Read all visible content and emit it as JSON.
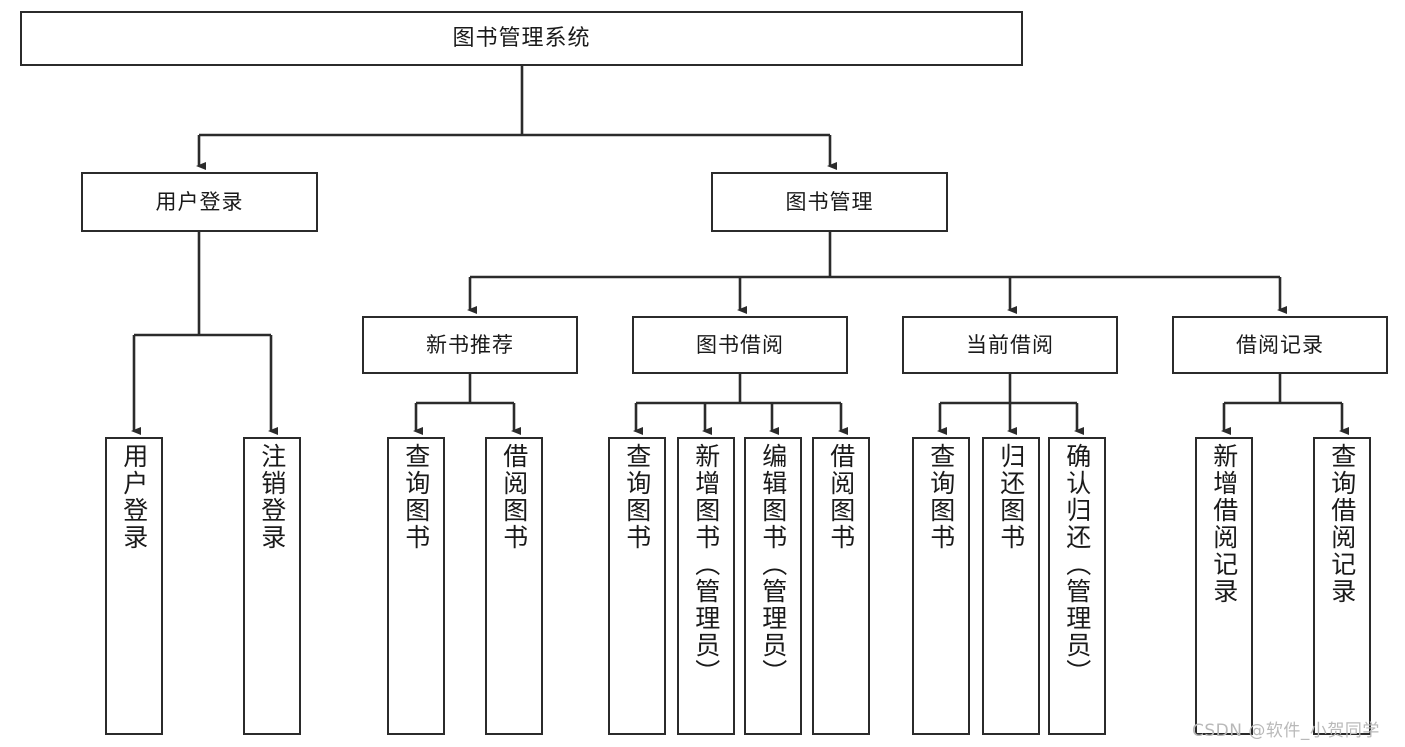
{
  "diagram": {
    "type": "hierarchy-tree",
    "title": "图书管理系统",
    "watermark": "CSDN @软件_小贺同学",
    "colors": {
      "stroke": "#2b2b2b",
      "background": "#ffffff",
      "text": "#1a1a1a",
      "watermark": "#b9b9b9"
    },
    "root": {
      "label": "图书管理系统"
    },
    "level2": [
      {
        "label": "用户登录"
      },
      {
        "label": "图书管理"
      }
    ],
    "level3": [
      {
        "label": "新书推荐"
      },
      {
        "label": "图书借阅"
      },
      {
        "label": "当前借阅"
      },
      {
        "label": "借阅记录"
      }
    ],
    "leaves": {
      "user_login": [
        {
          "label": "用户登录"
        },
        {
          "label": "注销登录"
        }
      ],
      "new_book": [
        {
          "label": "查询图书"
        },
        {
          "label": "借阅图书"
        }
      ],
      "book_borrow": [
        {
          "label": "查询图书"
        },
        {
          "label": "新增图书（管理员）"
        },
        {
          "label": "编辑图书（管理员）"
        },
        {
          "label": "借阅图书"
        }
      ],
      "current_borrow": [
        {
          "label": "查询图书"
        },
        {
          "label": "归还图书"
        },
        {
          "label": "确认归还（管理员）"
        }
      ],
      "borrow_record": [
        {
          "label": "新增借阅记录"
        },
        {
          "label": "查询借阅记录"
        }
      ]
    }
  }
}
